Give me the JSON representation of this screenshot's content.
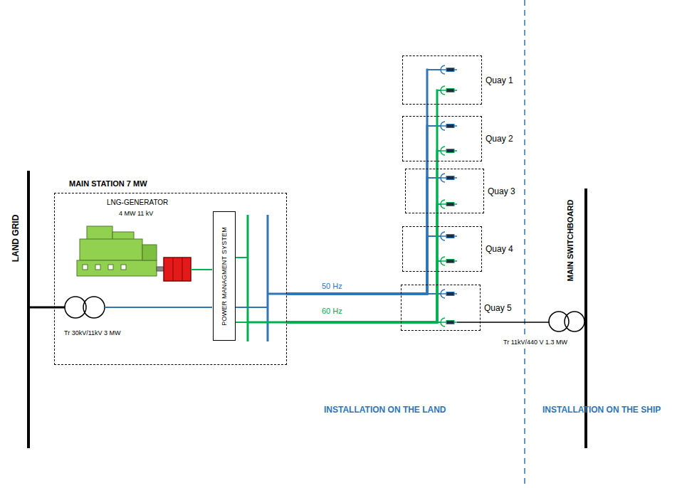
{
  "diagram": {
    "nodes": [
      {
        "text": [
          "MAIN STATION 7 MW"
        ]
      },
      {
        "text": [
          "POWER MANAGMENT SYSTEM"
        ],
        "in": 0
      },
      {
        "text": [
          "Quay 1"
        ]
      },
      {
        "text": [
          "Quay 2"
        ]
      },
      {
        "text": [
          "Quay 3"
        ]
      },
      {
        "text": [
          "Quay 4"
        ]
      },
      {
        "text": [
          "Quay 5"
        ]
      }
    ],
    "edges": [
      {
        "from": 0,
        "to": 2,
        "arrow": "none"
      },
      {
        "from": 0,
        "to": 3,
        "arrow": "none"
      },
      {
        "from": 0,
        "to": 4,
        "arrow": "none"
      },
      {
        "from": 0,
        "to": 5,
        "arrow": "none"
      },
      {
        "from": 0,
        "to": 6,
        "arrow": "none"
      }
    ],
    "labels": [
      "LAND GRID",
      "LNG-GENERATOR",
      "4 MW 11 kV",
      "Tr 30kV/11kV 3 MW",
      "50 Hz",
      "60 Hz",
      "MAIN SWITCHBOARD",
      "Tr 11kV/440 V 1.3 MW",
      "INSTALLATION ON THE LAND",
      "INSTALLATION ON THE SHIP"
    ]
  }
}
